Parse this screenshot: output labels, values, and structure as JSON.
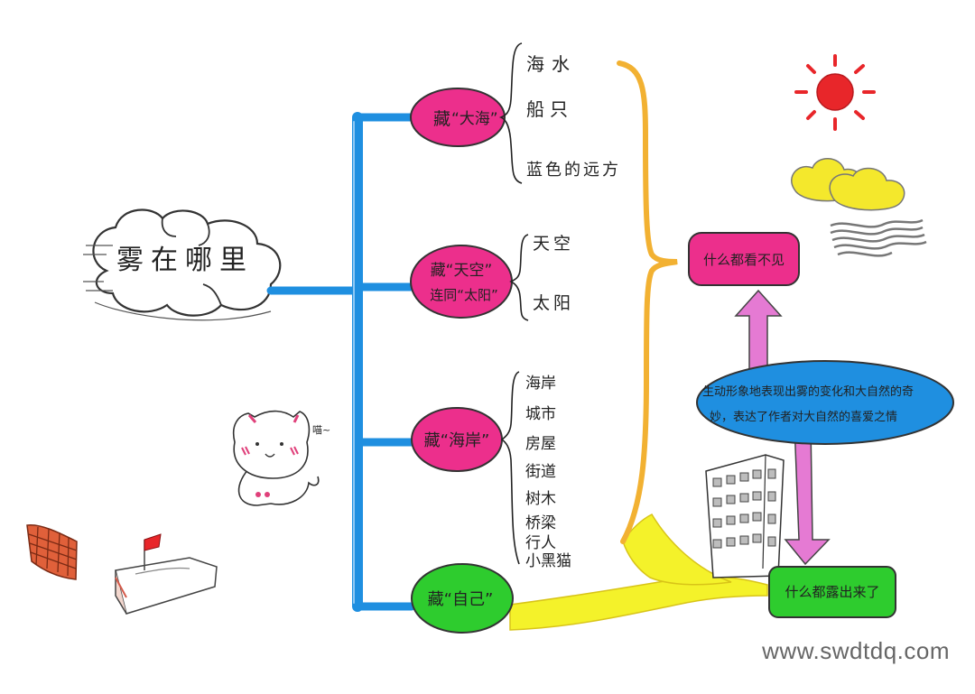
{
  "colors": {
    "pink": "#ec2f8c",
    "green": "#2ecc2e",
    "blue": "#1f8fe0",
    "yellow": "#f4f22a",
    "orange": "#f2b132",
    "sun": "#e8262a",
    "cloud": "#f4e82c"
  },
  "center": {
    "title": "雾在哪里"
  },
  "hide_sea": {
    "label_line1": "藏",
    "label_line2": "“大海”",
    "items": [
      "海水",
      "船只",
      "蓝色的远方"
    ]
  },
  "hide_sky": {
    "label_line1": "藏“天空”",
    "label_line2": "连同“太阳”",
    "items": [
      "天空",
      "太阳"
    ]
  },
  "hide_shore": {
    "label": "藏“海岸”",
    "items": [
      "海岸",
      "城市",
      "房屋",
      "街道",
      "树木",
      "桥梁",
      "行人",
      "小黑猫"
    ]
  },
  "hide_self": {
    "label": "藏“自己”"
  },
  "result_invisible": {
    "label": "什么都看不见"
  },
  "result_visible": {
    "label": "什么都露出来了"
  },
  "summary": {
    "line1": "生动形象地表现出雾的变化和大自然的奇",
    "line2": "妙，表达了作者对大自然的喜爱之情"
  },
  "cat": {
    "sound": "喵~"
  },
  "watermark": "www.swdtdq.com"
}
